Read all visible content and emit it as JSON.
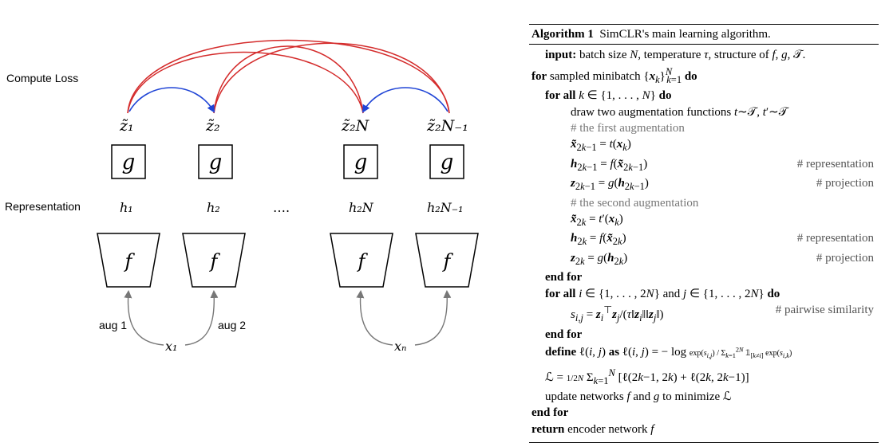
{
  "diagram": {
    "loss_label": "Compute Loss",
    "representation_label": "Representation",
    "z_labels": [
      "z̃₁",
      "z̃₂",
      "z̃₂N",
      "z̃₂N₋₁"
    ],
    "h_labels": [
      "h₁",
      "h₂",
      "h₂N",
      "h₂N₋₁"
    ],
    "ellipsis": "….",
    "g_label": "g",
    "f_label": "f",
    "aug1": "aug 1",
    "aug2": "aug 2",
    "x1": "x₁",
    "xn": "xₙ",
    "colors": {
      "red": "#d42b2b",
      "blue": "#1f44d6",
      "gray": "#777777"
    }
  },
  "algorithm": {
    "title_bold": "Algorithm 1",
    "title_rest": "SimCLR's main learning algorithm.",
    "lines": [
      {
        "indent": "i1",
        "text": "<b>input:</b> batch size <i>N</i>, temperature <i>τ</i>, structure of <i>f</i>, <i>g</i>, 𝒯."
      },
      {
        "indent": "i0",
        "text": "<b>for</b> sampled minibatch {<b><i>x</i></b><sub><i>k</i></sub>}<sup><i>N</i></sup><sub style='margin-left:-7px'><i>k</i>=1</sub> <b>do</b>"
      },
      {
        "indent": "i1",
        "text": "<b>for all</b> <i>k</i> ∈ {1, . . . , <i>N</i>} <b>do</b>"
      },
      {
        "indent": "i3",
        "text": "draw two augmentation functions <i>t</i>∼𝒯, <i>t</i>′∼𝒯"
      },
      {
        "indent": "i3",
        "cls": "cm",
        "text": "# the first augmentation"
      },
      {
        "indent": "i3",
        "text": "<b><i>x̃</i></b><sub>2<i>k</i>−1</sub> = <i>t</i>(<b><i>x</i></b><sub><i>k</i></sub>)"
      },
      {
        "indent": "i3",
        "text": "<b><i>h</i></b><sub>2<i>k</i>−1</sub> = <i>f</i>(<b><i>x̃</i></b><sub>2<i>k</i>−1</sub>)",
        "right": "# representation"
      },
      {
        "indent": "i3",
        "text": "<b><i>z</i></b><sub>2<i>k</i>−1</sub> = <i>g</i>(<b><i>h</i></b><sub>2<i>k</i>−1</sub>)",
        "right": "# projection"
      },
      {
        "indent": "i3",
        "cls": "cm",
        "text": "# the second augmentation"
      },
      {
        "indent": "i3",
        "text": "<b><i>x̃</i></b><sub>2<i>k</i></sub> = <i>t</i>′(<b><i>x</i></b><sub><i>k</i></sub>)"
      },
      {
        "indent": "i3",
        "text": "<b><i>h</i></b><sub>2<i>k</i></sub> = <i>f</i>(<b><i>x̃</i></b><sub>2<i>k</i></sub>)",
        "right": "# representation"
      },
      {
        "indent": "i3",
        "text": "<b><i>z</i></b><sub>2<i>k</i></sub> = <i>g</i>(<b><i>h</i></b><sub>2<i>k</i></sub>)",
        "right": "# projection"
      },
      {
        "indent": "i1",
        "text": "<b>end for</b>"
      },
      {
        "indent": "i1",
        "text": "<b>for all</b> <i>i</i> ∈ {1, . . . , 2<i>N</i>} and <i>j</i> ∈ {1, . . . , 2<i>N</i>} <b>do</b>"
      },
      {
        "indent": "i3",
        "text": "<i>s</i><sub><i>i</i>,<i>j</i></sub> = <b><i>z</i></b><sub><i>i</i></sub><sup>⊤</sup><b><i>z</i></b><sub><i>j</i></sub>/(<i>τ</i>‖<b><i>z</i></b><sub><i>i</i></sub>‖‖<b><i>z</i></b><sub><i>j</i></sub>‖)",
        "right": "# pairwise similarity"
      },
      {
        "indent": "i1",
        "text": "<b>end for</b>"
      },
      {
        "indent": "i1",
        "text": "<b>define</b> ℓ(<i>i</i>, <i>j</i>) <b>as</b> ℓ(<i>i</i>, <i>j</i>) = − log <span style='font-size:10px'>exp(<i>s</i><sub><i>i</i>,<i>j</i></sub>) / Σ<sub><i>k</i>=1</sub><sup>2<i>N</i></sup> 𝟙<sub>[<i>k</i>≠<i>i</i>]</sub> exp(<i>s</i><sub><i>i</i>,<i>k</i></sub>)</span>"
      },
      {
        "indent": "i1",
        "text": "ℒ = <span style='font-size:11px'>1/2<i>N</i></span> Σ<sub><i>k</i>=1</sub><sup><i>N</i></sup> [ℓ(2<i>k</i>−1, 2<i>k</i>) + ℓ(2<i>k</i>, 2<i>k</i>−1)]"
      },
      {
        "indent": "i1",
        "text": "update networks <i>f</i> and <i>g</i> to minimize ℒ"
      },
      {
        "indent": "i0",
        "text": "<b>end for</b>"
      },
      {
        "indent": "i0",
        "text": "<b>return</b> encoder network <i>f</i>"
      }
    ]
  }
}
